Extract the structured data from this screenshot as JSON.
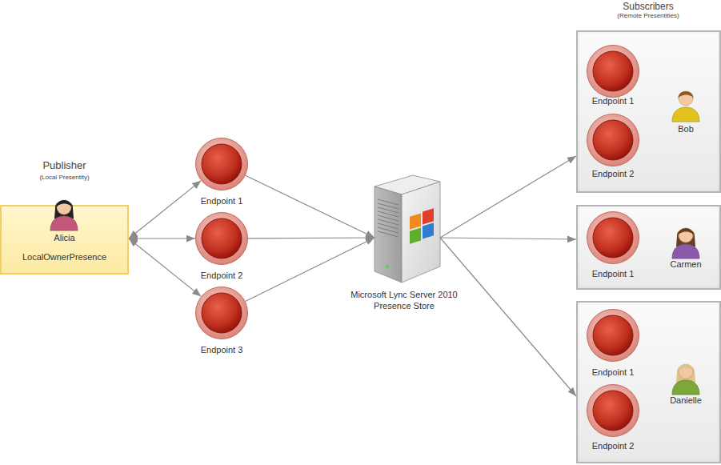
{
  "diagram": {
    "nodes": [
      {
        "text": [
          "Publisher",
          "(Local Presentity)",
          "Alicia",
          "LocalOwnerPresence"
        ]
      },
      {
        "text": [
          "Endpoint 1"
        ]
      },
      {
        "text": [
          "Endpoint 2"
        ]
      },
      {
        "text": [
          "Endpoint 3"
        ]
      },
      {
        "text": [
          "Microsoft Lync Server 2010 Presence Store"
        ]
      },
      {
        "text": [
          "Bob"
        ]
      },
      {
        "text": [
          "Endpoint 1"
        ],
        "in": 5
      },
      {
        "text": [
          "Endpoint 2"
        ],
        "in": 5
      },
      {
        "text": [
          "Carmen"
        ]
      },
      {
        "text": [
          "Endpoint 1"
        ],
        "in": 8
      },
      {
        "text": [
          "Danielle"
        ]
      },
      {
        "text": [
          "Endpoint 1"
        ],
        "in": 10
      },
      {
        "text": [
          "Endpoint 2"
        ],
        "in": 10
      }
    ],
    "edges": [
      {
        "from": 0,
        "to": 1,
        "arrow": "both"
      },
      {
        "from": 0,
        "to": 2,
        "arrow": "both"
      },
      {
        "from": 0,
        "to": 3,
        "arrow": "both"
      },
      {
        "from": 1,
        "to": 4,
        "arrow": "to"
      },
      {
        "from": 2,
        "to": 4,
        "arrow": "to"
      },
      {
        "from": 3,
        "to": 4,
        "arrow": "to"
      },
      {
        "from": 4,
        "to": 5,
        "arrow": "to"
      },
      {
        "from": 4,
        "to": 8,
        "arrow": "to"
      },
      {
        "from": 4,
        "to": 10,
        "arrow": "to"
      }
    ],
    "labels": [
      "Subscribers",
      "(Remote Presentities)"
    ]
  }
}
